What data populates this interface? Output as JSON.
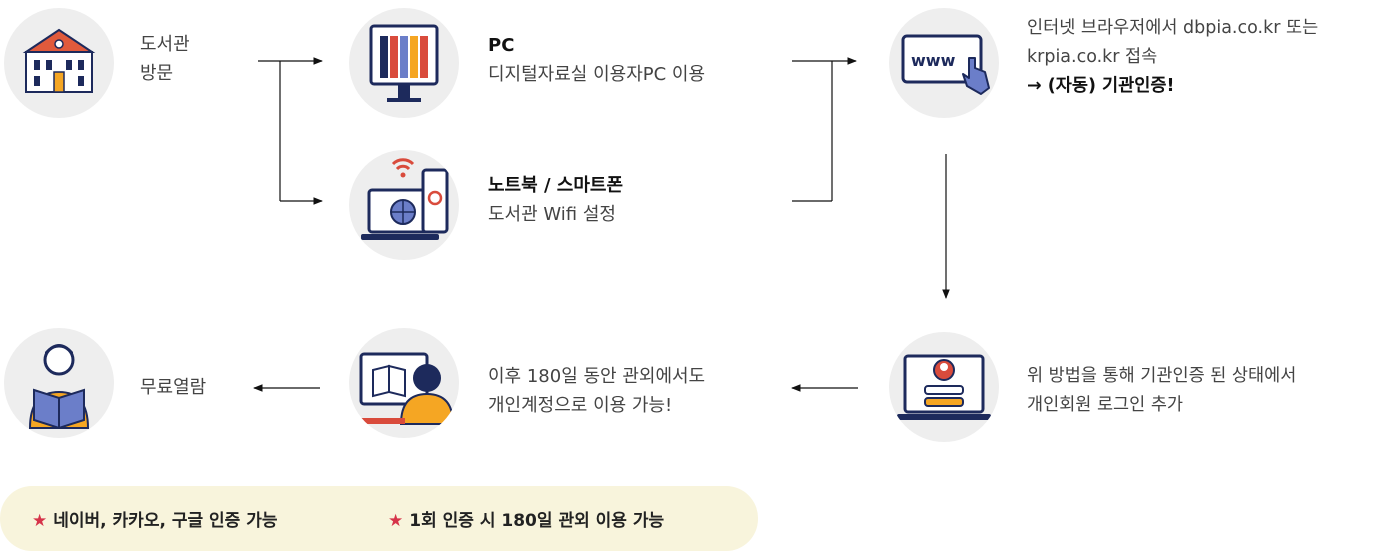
{
  "steps": {
    "library_visit": {
      "lines": [
        "도서관",
        "방문"
      ]
    },
    "pc": {
      "title": "PC",
      "desc": "디지털자료실 이용자PC 이용"
    },
    "laptop": {
      "title": "노트북 / 스마트폰",
      "desc": "도서관 Wifi 설정"
    },
    "browser": {
      "lines": [
        "인터넷 브라우저에서 dbpia.co.kr 또는",
        "krpia.co.kr 접속"
      ],
      "bold": "→ (자동) 기관인증!"
    },
    "login": {
      "lines": [
        "위 방법을 통해 기관인증 된 상태에서",
        "개인회원 로그인 추가"
      ]
    },
    "remote": {
      "lines": [
        "이후 180일 동안 관외에서도",
        "개인계정으로 이용 가능!"
      ]
    },
    "free_read": {
      "lines": [
        "무료열람"
      ]
    }
  },
  "icons": {
    "library": "library-building-icon",
    "pc": "desktop-bookshelf-icon",
    "laptop": "laptop-phone-wifi-icon",
    "browser": "www-touch-icon",
    "login": "laptop-login-icon",
    "remote": "person-reading-at-computer-icon",
    "reader": "person-reading-book-icon"
  },
  "notes": [
    {
      "star": "★",
      "text": "네이버, 카카오, 구글 인증 가능"
    },
    {
      "star": "★",
      "text": "1회 인증 시 180일 관외 이용 가능"
    }
  ],
  "colors": {
    "circle": "#eeeeee",
    "navy": "#1d2a5c",
    "red": "#d94b3c",
    "orange": "#f5a623",
    "note_bg": "#f8f4dc",
    "star": "#d63349"
  }
}
